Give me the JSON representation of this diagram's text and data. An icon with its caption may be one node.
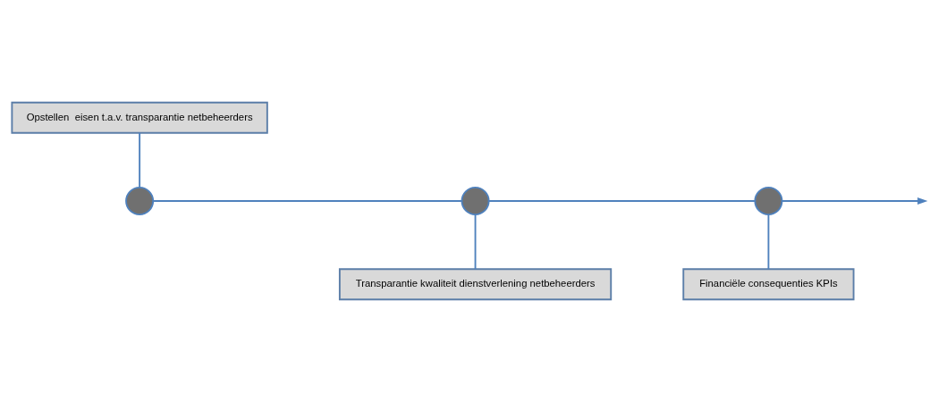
{
  "diagram": {
    "nodes": [
      {
        "text": [
          "Opstellen  eisen t.a.v. transparantie netbeheerders"
        ]
      },
      {
        "text": [
          "Financiële consequenties KPIs"
        ]
      },
      {
        "text": [],
        "shape": "circle"
      },
      {
        "text": [],
        "shape": "circle"
      },
      {
        "text": [],
        "shape": "circle"
      },
      {
        "text": [
          "Transparantie kwaliteit dienstverlening netbeheerders"
        ]
      }
    ],
    "edges": [
      {
        "from": 2,
        "to": 3,
        "arrow": "none"
      },
      {
        "from": 3,
        "to": 4,
        "arrow": "none"
      },
      {
        "from": 4,
        "to": null,
        "arrow": "to"
      },
      {
        "from": 0,
        "to": 2,
        "arrow": "none"
      },
      {
        "from": 3,
        "to": 5,
        "arrow": "none"
      },
      {
        "from": 4,
        "to": 1,
        "arrow": "none"
      }
    ]
  }
}
